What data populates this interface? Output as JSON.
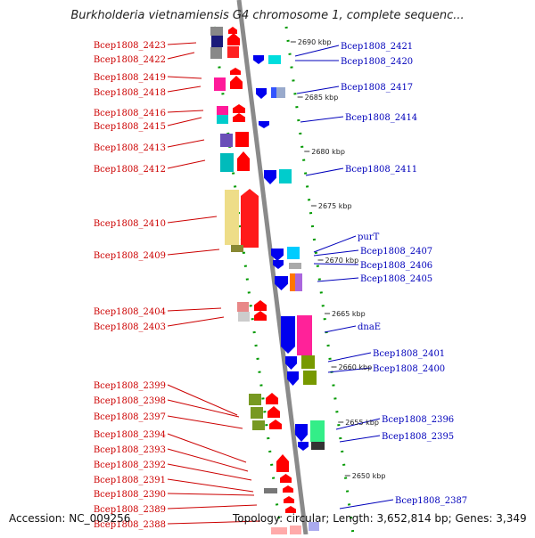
{
  "title": "Burkholderia vietnamiensis G4 chromosome 1, complete sequenc...",
  "accession": "Accession: NC_009256",
  "topology": "Topology: circular; Length: 3,652,814 bp; Genes: 3,349",
  "colors": {
    "left_label": "#cc0000",
    "right_label": "#0000bb",
    "scaffold": "#8a8a8a",
    "dots": "#009900"
  },
  "scale_ticks": [
    "2690 kbp",
    "2685 kbp",
    "2680 kbp",
    "2675 kbp",
    "2670 kbp",
    "2665 kbp",
    "2660 kbp",
    "2655 kbp",
    "2650 kbp"
  ],
  "left_genes": [
    "Bcep1808_2423",
    "Bcep1808_2422",
    "Bcep1808_2419",
    "Bcep1808_2418",
    "Bcep1808_2416",
    "Bcep1808_2415",
    "Bcep1808_2413",
    "Bcep1808_2412",
    "Bcep1808_2410",
    "Bcep1808_2409",
    "Bcep1808_2404",
    "Bcep1808_2403",
    "Bcep1808_2399",
    "Bcep1808_2398",
    "Bcep1808_2397",
    "Bcep1808_2394",
    "Bcep1808_2393",
    "Bcep1808_2392",
    "Bcep1808_2391",
    "Bcep1808_2390",
    "Bcep1808_2389",
    "Bcep1808_2388"
  ],
  "right_genes": [
    "Bcep1808_2421",
    "Bcep1808_2420",
    "Bcep1808_2417",
    "Bcep1808_2414",
    "Bcep1808_2411",
    "purT",
    "Bcep1808_2407",
    "Bcep1808_2406",
    "Bcep1808_2405",
    "dnaE",
    "Bcep1808_2401",
    "Bcep1808_2400",
    "Bcep1808_2396",
    "Bcep1808_2395",
    "Bcep1808_2387"
  ]
}
